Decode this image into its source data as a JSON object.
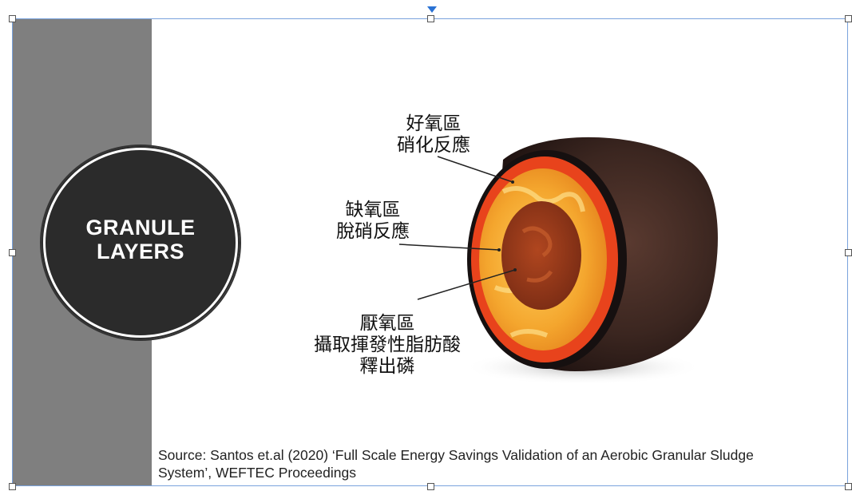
{
  "slide": {
    "title": "GRANULE\nLAYERS",
    "title_line1": "GRANULE",
    "title_line2": "LAYERS"
  },
  "labels": {
    "aerobic_line1": "好氧區",
    "aerobic_line2": "硝化反應",
    "anoxic_line1": "缺氧區",
    "anoxic_line2": "脫硝反應",
    "anaerobic_line1": "厭氧區",
    "anaerobic_line2": "攝取揮發性脂肪酸",
    "anaerobic_line3": "釋出磷"
  },
  "source": {
    "line1": "Source: Santos et.al (2020) ‘Full Scale Energy Savings Validation of an Aerobic Granular Sludge",
    "line2": "System’, WEFTEC Proceedings"
  },
  "colors": {
    "sidebar": "#7f7f7f",
    "circle": "#2b2b2b",
    "selection": "#7aa3dd",
    "granule_shell": "#3b2620",
    "aerobic_layer": "#e8431c",
    "anoxic_layer": "#f2a030",
    "anaerobic_core": "#8a3418"
  }
}
